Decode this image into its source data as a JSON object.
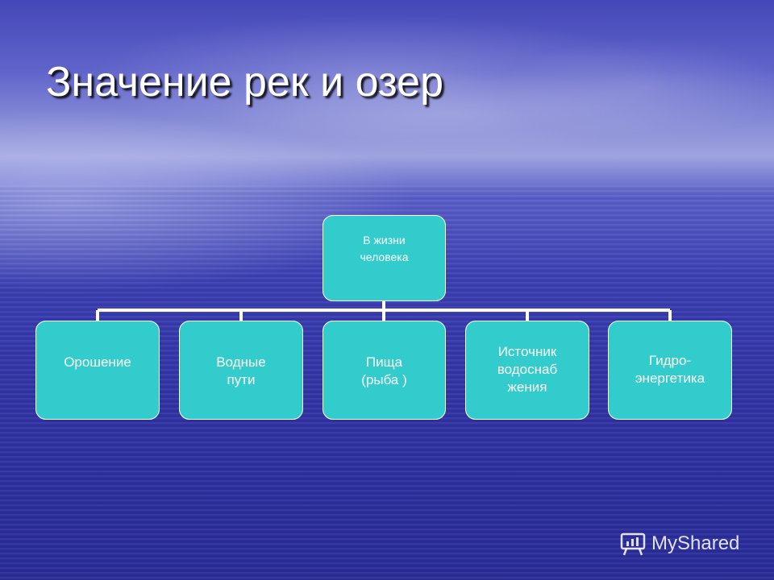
{
  "slide": {
    "title": "Значение рек и озер"
  },
  "diagram": {
    "root": {
      "label": "В жизни\nчеловека"
    },
    "children": [
      {
        "label": "Орошение"
      },
      {
        "label": "Водные\n пути"
      },
      {
        "label": "Пища\n(рыба )"
      },
      {
        "label": "Источник\nводоснаб\nжения"
      },
      {
        "label": "Гидро-\nэнергетика"
      }
    ],
    "colors": {
      "node_fill": "#33cccc",
      "node_border": "#ffffff",
      "connector": "#ffffff"
    }
  },
  "watermark": {
    "text": "MyShared",
    "icon": "presentation-board-icon"
  }
}
